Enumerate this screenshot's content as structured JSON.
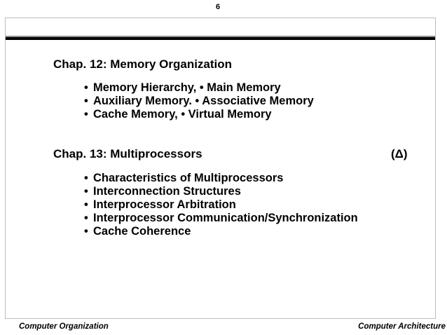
{
  "slide": {
    "page_number": "6",
    "sections": [
      {
        "heading": "Chap. 12: Memory Organization",
        "marker": "",
        "bullets": [
          "Memory Hierarchy, • Main Memory",
          "Auxiliary Memory. • Associative Memory",
          "Cache Memory, • Virtual Memory"
        ]
      },
      {
        "heading": "Chap. 13: Multiprocessors",
        "marker": "(Δ)",
        "bullets": [
          "Characteristics of Multiprocessors",
          "Interconnection Structures",
          "Interprocessor Arbitration",
          "Interprocessor Communication/Synchronization",
          "Cache Coherence"
        ]
      }
    ],
    "bullet_glyph": "•"
  },
  "footer": {
    "left": "Computer Organization",
    "right": "Computer Architecture"
  },
  "colors": {
    "text": "#000000",
    "background": "#ffffff",
    "frame_border": "#bdbdbd",
    "rule_gray": "#8f8f8f",
    "rule_black": "#000000"
  }
}
